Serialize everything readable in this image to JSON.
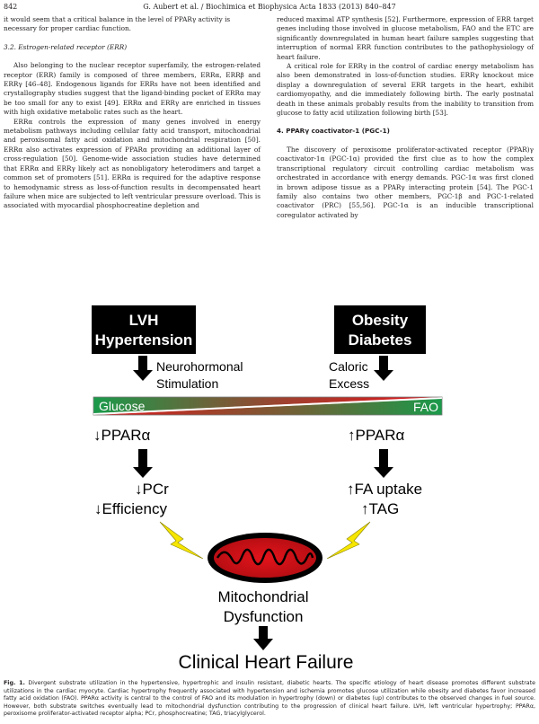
{
  "header": {
    "page_number": "842",
    "citation": "G. Aubert et al. / Biochimica et Biophysica Acta 1833 (2013) 840–847"
  },
  "left_column": {
    "intro_lines": [
      "it would seem that a critical balance in the level of PPARγ activity is",
      "necessary for proper cardiac function."
    ],
    "section_heading": "3.2. Estrogen-related receptor (ERR)",
    "para1": "Also belonging to the nuclear receptor superfamily, the estrogen-related receptor (ERR) family is composed of three members, ERRα, ERRβ and ERRγ [46–48]. Endogenous ligands for ERRs have not been identified and crystallography studies suggest that the ligand-binding pocket of ERRα may be too small for any to exist [49]. ERRα and ERRγ are enriched in tissues with high oxidative metabolic rates such as the heart.",
    "para2": "ERRα controls the expression of many genes involved in energy metabolism pathways including cellular fatty acid transport, mitochondrial and peroxisomal fatty acid oxidation and mitochondrial respiration [50]. ERRα also activates expression of PPARα providing an additional layer of cross-regulation [50]. Genome-wide association studies have determined that ERRα and ERRγ likely act as nonobligatory heterodimers and target a common set of promoters [51]. ERRα is required for the adaptive response to hemodynamic stress as loss-of-function results in decompensated heart failure when mice are subjected to left ventricular pressure overload. This is associated with myocardial phosphocreatine depletion and"
  },
  "right_column": {
    "para1": "reduced maximal ATP synthesis [52]. Furthermore, expression of ERR target genes including those involved in glucose metabolism, FAO and the ETC are significantly downregulated in human heart failure samples suggesting that interruption of normal ERR function contributes to the pathophysiology of heart failure.",
    "para2": "A critical role for ERRγ in the control of cardiac energy metabolism has also been demonstrated in loss-of-function studies. ERRγ knockout mice display a downregulation of several ERR targets in the heart, exhibit cardiomyopathy, and die immediately following birth. The early postnatal death in these animals probably results from the inability to transition from glucose to fatty acid utilization following birth [53].",
    "section_heading": "4. PPARγ coactivator-1 (PGC-1)",
    "para3": "The discovery of peroxisome proliferator-activated receptor (PPAR)γ coactivator-1α (PGC-1α) provided the first clue as to how the complex transcriptional regulatory circuit controlling cardiac metabolism was orchestrated in accordance with energy demands. PGC-1α was first cloned in brown adipose tissue as a PPARγ interacting protein [54]. The PGC-1 family also contains two other members, PGC-1β and PGC-1-related coactivator (PRC) [55,56]. PGC-1α is an inducible transcriptional coregulator activated by"
  },
  "figure": {
    "box_left_line1": "LVH",
    "box_left_line2": "Hypertension",
    "box_right_line1": "Obesity",
    "box_right_line2": "Diabetes",
    "label_left_line1": "Neurohormonal",
    "label_left_line2": "Stimulation",
    "label_right_line1": "Caloric",
    "label_right_line2": "Excess",
    "wedge_left": "Glucose",
    "wedge_right": "FAO",
    "ppara_left": "↓PPARα",
    "ppara_right": "↑PPARα",
    "left_outcome_line1": "↓PCr",
    "left_outcome_line2": "↓Efficiency",
    "right_outcome_line1": "↑FA uptake",
    "right_outcome_line2": "↑TAG",
    "mito_line1": "Mitochondrial",
    "mito_line2": "Dysfunction",
    "final": "Clinical Heart Failure",
    "colors": {
      "box": "#000000",
      "glucose_green": "#1a9a4a",
      "wedge_red": "#c0392b",
      "lightning": "#f6e600",
      "mito_red": "#e3141b"
    }
  },
  "caption": {
    "label": "Fig. 1.",
    "text": "Divergent substrate utilization in the hypertensive, hypertrophic and insulin resistant, diabetic hearts. The specific etiology of heart disease promotes different substrate utilizations in the cardiac myocyte. Cardiac hypertrophy frequently associated with hypertension and ischemia promotes glucose utilization while obesity and diabetes favor increased fatty acid oxidation (FAO). PPARα activity is central to the control of FAO and its modulation in hypertrophy (down) or diabetes (up) contributes to the observed changes in fuel source. However, both substrate switches eventually lead to mitochondrial dysfunction contributing to the progression of clinical heart failure. LVH, left ventricular hypertrophy; PPARα, peroxisome proliferator-activated receptor alpha; PCr, phosphocreatine; TAG, triacylglycerol."
  }
}
